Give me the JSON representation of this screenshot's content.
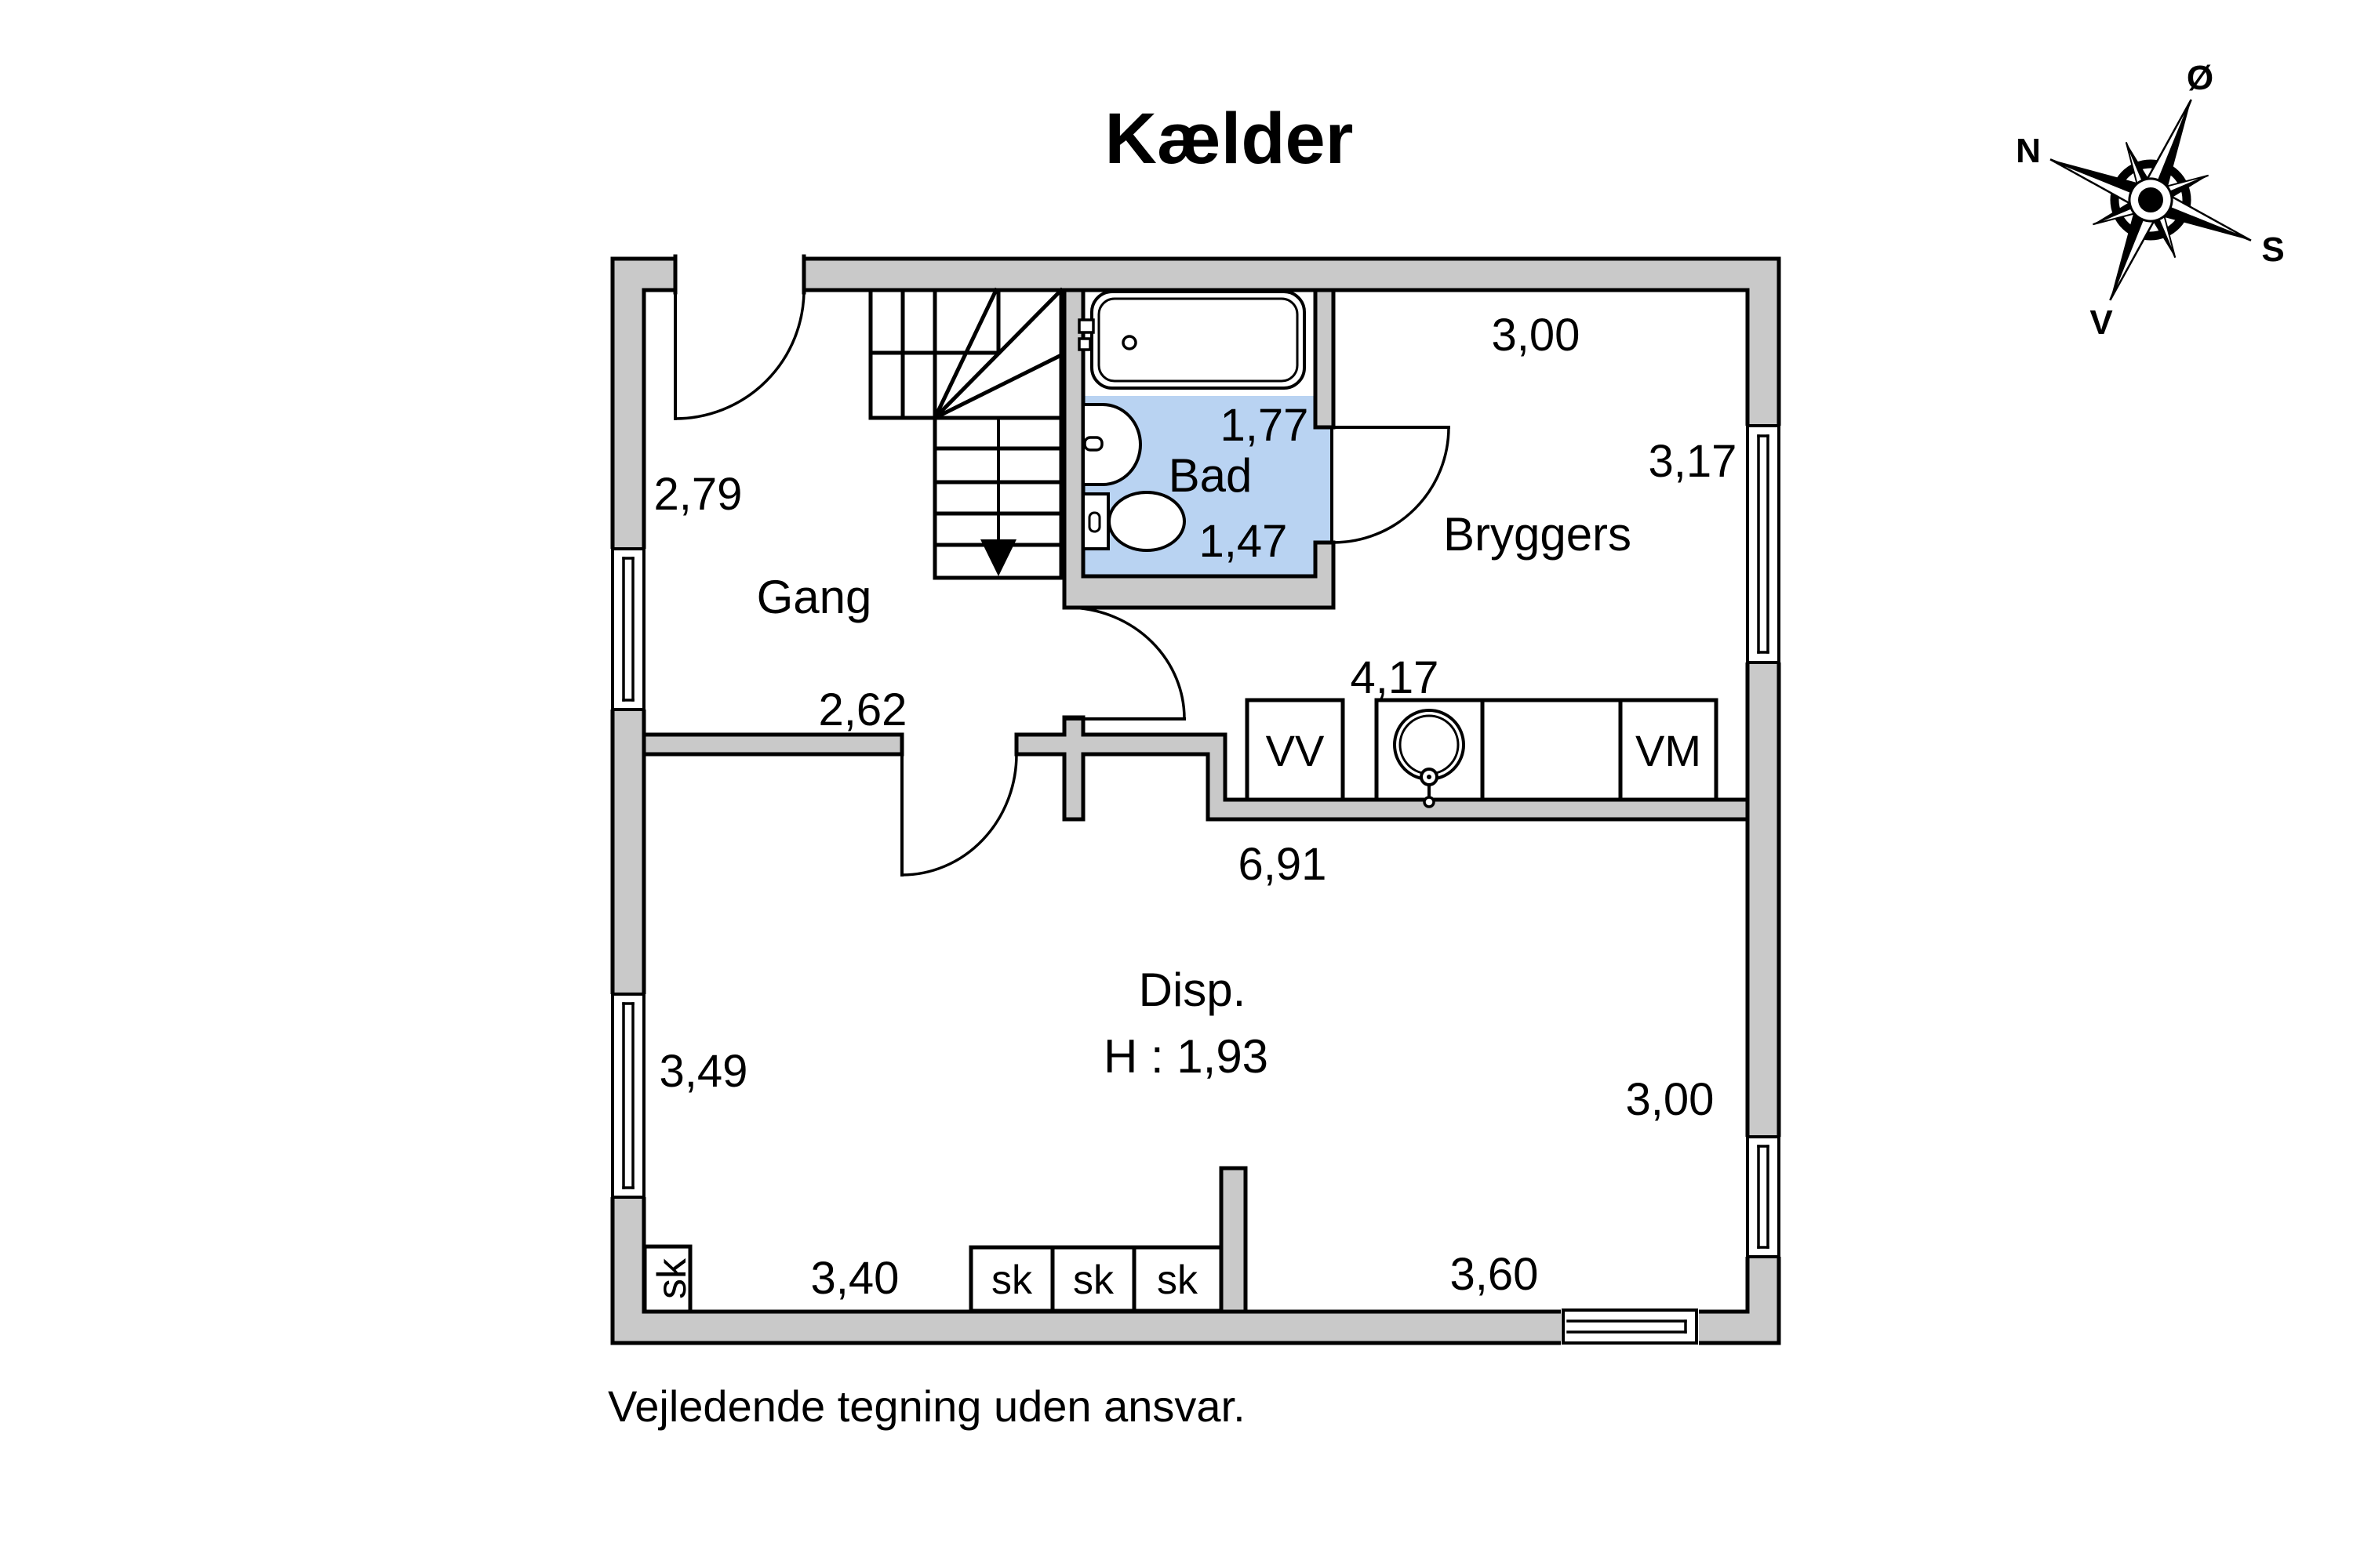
{
  "title": "Kælder",
  "footer": "Vejledende tegning uden ansvar.",
  "colors": {
    "wall_fill": "#c9c9c9",
    "bathroom_floor": "#b9d3f2",
    "line": "#000000",
    "background": "#ffffff"
  },
  "compass": {
    "north": "N",
    "east": "Ø",
    "south": "S",
    "west": "V"
  },
  "rooms": {
    "gang": {
      "name": "Gang",
      "width": "2,79",
      "length": "2,62"
    },
    "bad": {
      "name": "Bad",
      "width": "1,77",
      "length": "1,47"
    },
    "bryggers": {
      "name": "Bryggers",
      "width": "3,00",
      "window_side": "3,17",
      "counter_run": "4,17"
    },
    "disp": {
      "name": "Disp.",
      "height_note": "H : 1,93",
      "width": "6,91",
      "left_side": "3,49",
      "right_side": "3,00",
      "closet_run": "3,40",
      "south_side": "3,60"
    }
  },
  "fixtures": {
    "water_heater": "VV",
    "washing_machine": "VM",
    "closet": "sk"
  }
}
